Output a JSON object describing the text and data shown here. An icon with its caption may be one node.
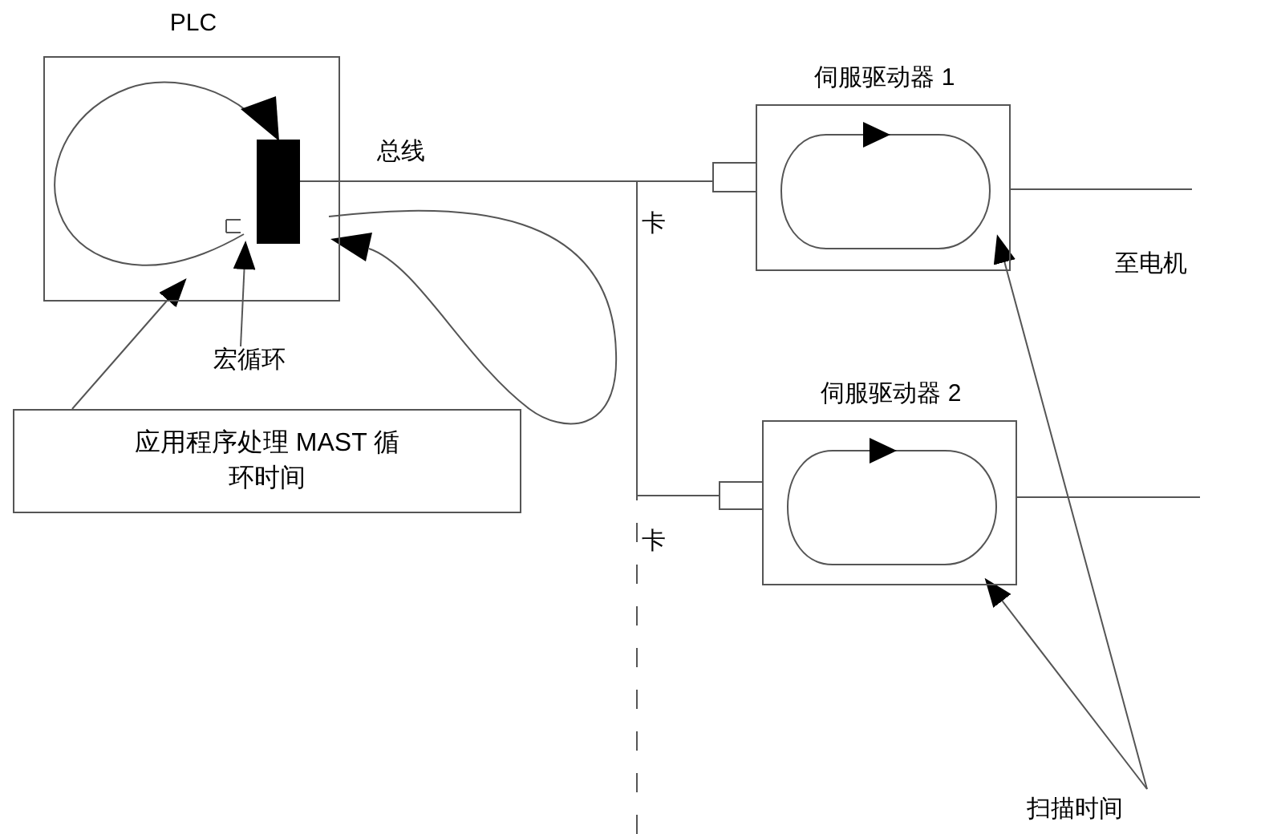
{
  "diagram": {
    "nodes": [
      {
        "text": [
          "PLC"
        ]
      },
      {
        "text": [],
        "shape": "bar",
        "in": 0
      },
      {
        "text": [
          "应用程序处理 MAST 循环时间"
        ]
      },
      {
        "text": [
          "宏循环"
        ]
      },
      {
        "text": [
          "伺服驱动器 1"
        ]
      },
      {
        "text": [],
        "shape": "box",
        "beside": [
          "卡"
        ]
      },
      {
        "text": [
          "伺服驱动器 2"
        ]
      },
      {
        "text": [],
        "shape": "box",
        "beside": [
          "卡"
        ]
      },
      {
        "text": [
          "扫描时间"
        ]
      }
    ],
    "edges": [
      {
        "from": 2,
        "to": 0,
        "arrow": "to"
      },
      {
        "from": 3,
        "to": 1,
        "arrow": "to"
      },
      {
        "from": 1,
        "to": 5,
        "arrow": "none",
        "label": "总线"
      },
      {
        "from": 1,
        "to": 7,
        "arrow": "none"
      },
      {
        "from": 4,
        "to": null,
        "arrow": "none"
      },
      {
        "from": 6,
        "to": null,
        "arrow": "none"
      },
      {
        "from": 8,
        "to": 4,
        "arrow": "to"
      },
      {
        "from": 8,
        "to": 6,
        "arrow": "to"
      }
    ],
    "labels": [
      "至电机"
    ]
  }
}
